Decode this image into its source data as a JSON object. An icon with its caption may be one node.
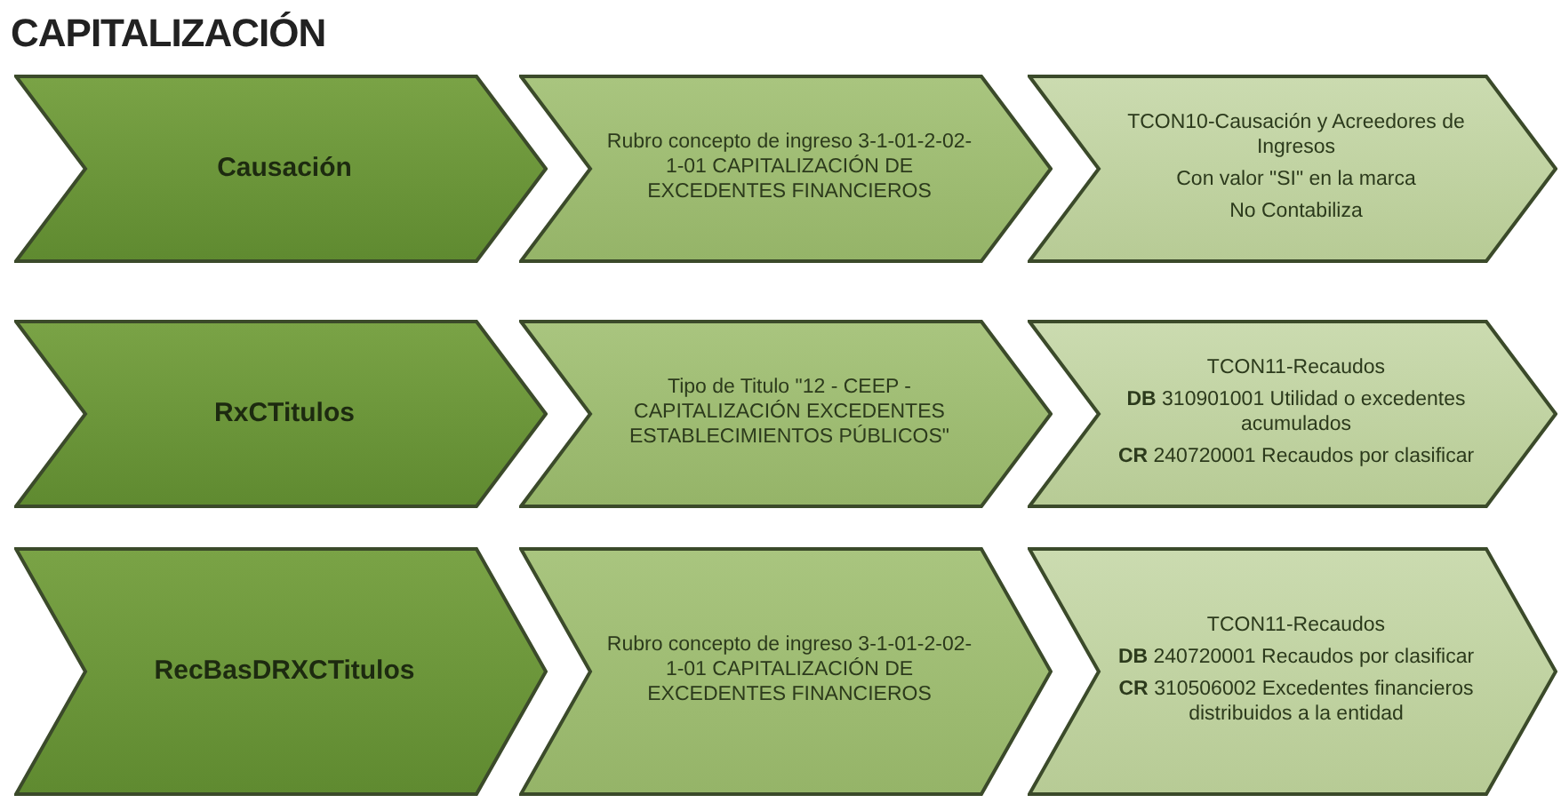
{
  "diagram": {
    "title": "CAPITALIZACIÓN",
    "nodes": [
      {
        "text": [
          "Causación"
        ]
      },
      {
        "text": [
          "Rubro concepto de ingreso 3-1-01-2-02-1-01 CAPITALIZACIÓN DE EXCEDENTES FINANCIEROS"
        ]
      },
      {
        "text": [
          "TCON10-Causación y Acreedores de Ingresos",
          "Con valor \"SI\" en la marca",
          "No Contabiliza"
        ]
      },
      {
        "text": [
          "RxCTitulos"
        ]
      },
      {
        "text": [
          "Tipo de Titulo \"12 - CEEP - CAPITALIZACIÓN EXCEDENTES ESTABLECIMIENTOS PÚBLICOS\""
        ]
      },
      {
        "text": [
          "TCON11-Recaudos",
          "**DB** 310901001 Utilidad o excedentes acumulados",
          "**CR** 240720001 Recaudos por clasificar"
        ]
      },
      {
        "text": [
          "RecBasDRXCTitulos"
        ]
      },
      {
        "text": [
          "Rubro concepto de ingreso 3-1-01-2-02-1-01 CAPITALIZACIÓN DE EXCEDENTES FINANCIEROS"
        ]
      },
      {
        "text": [
          "TCON11-Recaudos",
          "**DB** 240720001 Recaudos por clasificar",
          "**CR** 310506002 Excedentes financieros distribuidos a la entidad"
        ]
      }
    ],
    "edges": []
  }
}
